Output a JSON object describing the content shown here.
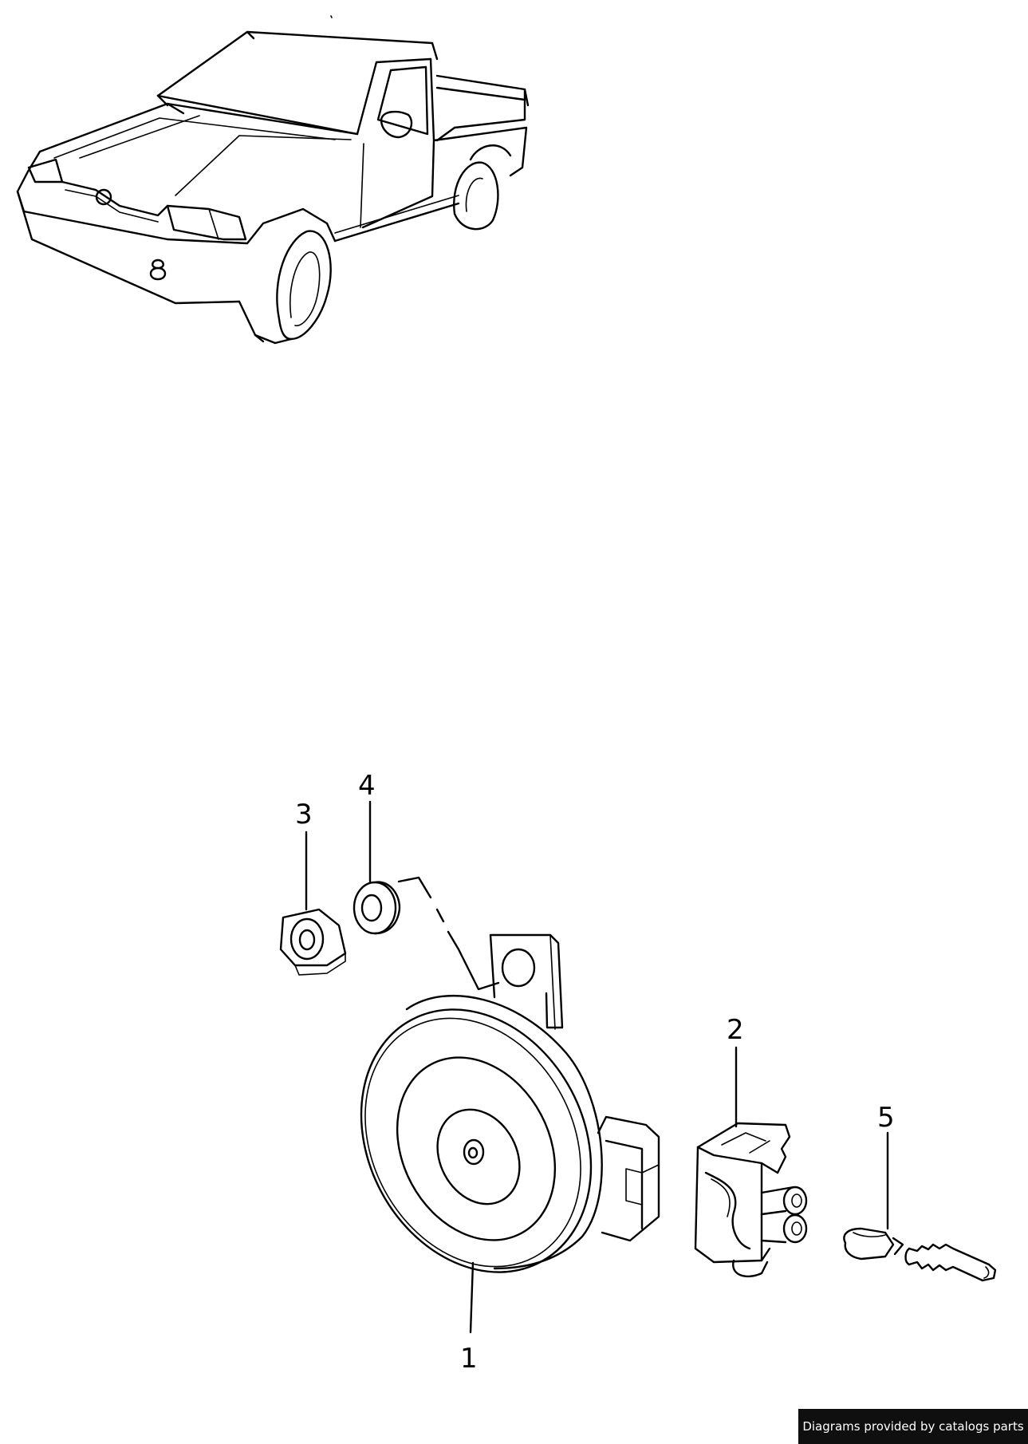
{
  "callouts": [
    {
      "id": "1",
      "label": "1"
    },
    {
      "id": "2",
      "label": "2"
    },
    {
      "id": "3",
      "label": "3"
    },
    {
      "id": "4",
      "label": "4"
    },
    {
      "id": "5",
      "label": "5"
    }
  ],
  "footer": {
    "credit": "Diagrams provided by catalogs parts"
  },
  "colors": {
    "line": "#000000",
    "background": "#ffffff",
    "badge_bg": "#0f0f0f",
    "badge_text": "#ffffff"
  }
}
